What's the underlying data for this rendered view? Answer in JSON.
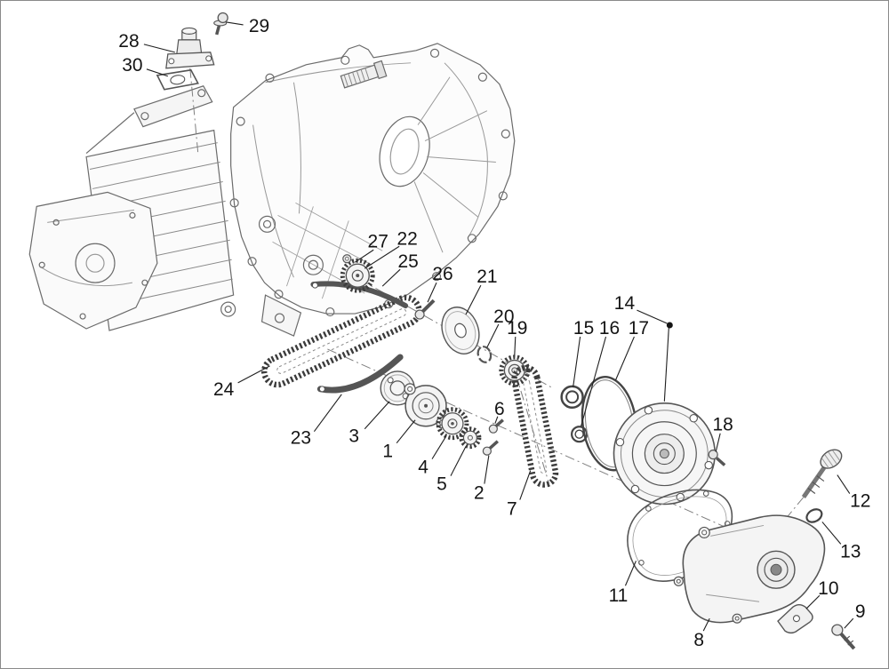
{
  "figure": {
    "background_color": "#ffffff",
    "line_color": "#5c5c5c",
    "label_color": "#141414",
    "chain_color": "#3c3c3c"
  },
  "callouts": {
    "c1": "1",
    "c2": "2",
    "c3": "3",
    "c4": "4",
    "c5": "5",
    "c6": "6",
    "c7": "7",
    "c8": "8",
    "c9": "9",
    "c10": "10",
    "c11": "11",
    "c12": "12",
    "c13": "13",
    "c14": "14",
    "c15": "15",
    "c16": "16",
    "c17": "17",
    "c18": "18",
    "c19": "19",
    "c20": "20",
    "c21": "21",
    "c22": "22",
    "c23": "23",
    "c24": "24",
    "c25": "25",
    "c26": "26",
    "c27": "27",
    "c28": "28",
    "c29": "29",
    "c30": "30"
  }
}
